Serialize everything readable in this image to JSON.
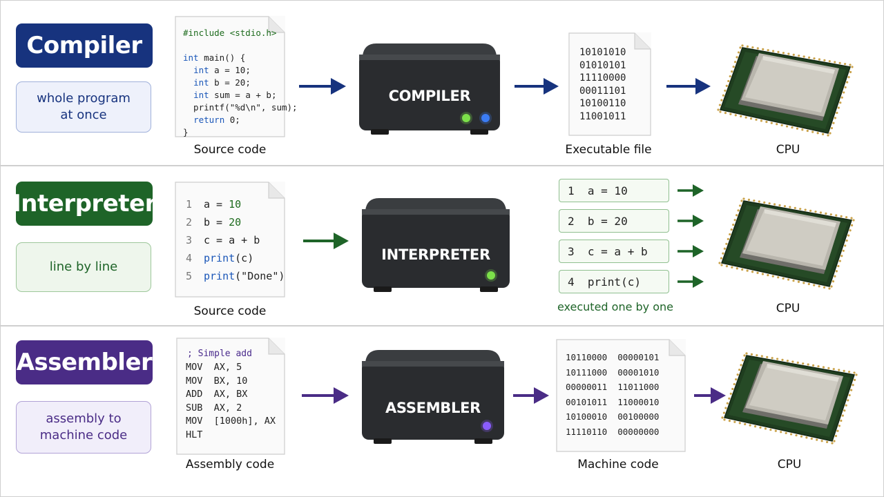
{
  "colors": {
    "compiler": "#17337e",
    "interpreter": "#1e6428",
    "assembler": "#4a2c86",
    "compiler_sub_bg": "#eef1fb",
    "interpreter_sub_bg": "#eef6ec",
    "assembler_sub_bg": "#f1eefa"
  },
  "compiler": {
    "title": "Compiler",
    "subtitle": "whole program\nat once",
    "source_lines": [
      "#include <stdio.h>",
      "",
      "int main() {",
      "  int a = 10;",
      "  int b = 20;",
      "  int sum = a + b;",
      "  printf(\"%d\\n\", sum);",
      "  return 0;",
      "}"
    ],
    "source_caption": "Source code",
    "box_label": "COMPILER",
    "binary_lines": [
      "10101010",
      "01010101",
      "11110000",
      "00011101",
      "10100110",
      "11001011"
    ],
    "executable_caption": "Executable file",
    "cpu_caption": "CPU"
  },
  "interpreter": {
    "title": "Interpreter",
    "subtitle": "line by line",
    "source_lines": [
      {
        "num": "1",
        "code": "a = 10"
      },
      {
        "num": "2",
        "code": "b = 20"
      },
      {
        "num": "3",
        "code": "c = a + b"
      },
      {
        "num": "4",
        "code": "print(c)"
      },
      {
        "num": "5",
        "code": "print(\"Done\")"
      }
    ],
    "source_caption": "Source code",
    "box_label": "INTERPRETER",
    "executed_lines": [
      "1  a = 10",
      "2  b = 20",
      "3  c = a + b",
      "4  print(c)"
    ],
    "executed_caption": "executed one by one",
    "cpu_caption": "CPU"
  },
  "assembler": {
    "title": "Assembler",
    "subtitle": "assembly to\nmachine code",
    "asm_comment": "; Simple add",
    "asm_lines": [
      "MOV  AX, 5",
      "MOV  BX, 10",
      "ADD  AX, BX",
      "SUB  AX, 2",
      "MOV  [1000h], AX",
      "HLT"
    ],
    "source_caption": "Assembly code",
    "box_label": "ASSEMBLER",
    "machine_lines": [
      "10110000  00000101",
      "10111000  00001010",
      "00000011  11011000",
      "00101011  11000010",
      "10100010  00100000",
      "11110110  00000000"
    ],
    "machine_caption": "Machine code",
    "cpu_caption": "CPU"
  },
  "icons": [
    "document-icon",
    "arrow-right-icon",
    "device-box-icon",
    "cpu-chip-icon",
    "led-indicator-icon"
  ]
}
